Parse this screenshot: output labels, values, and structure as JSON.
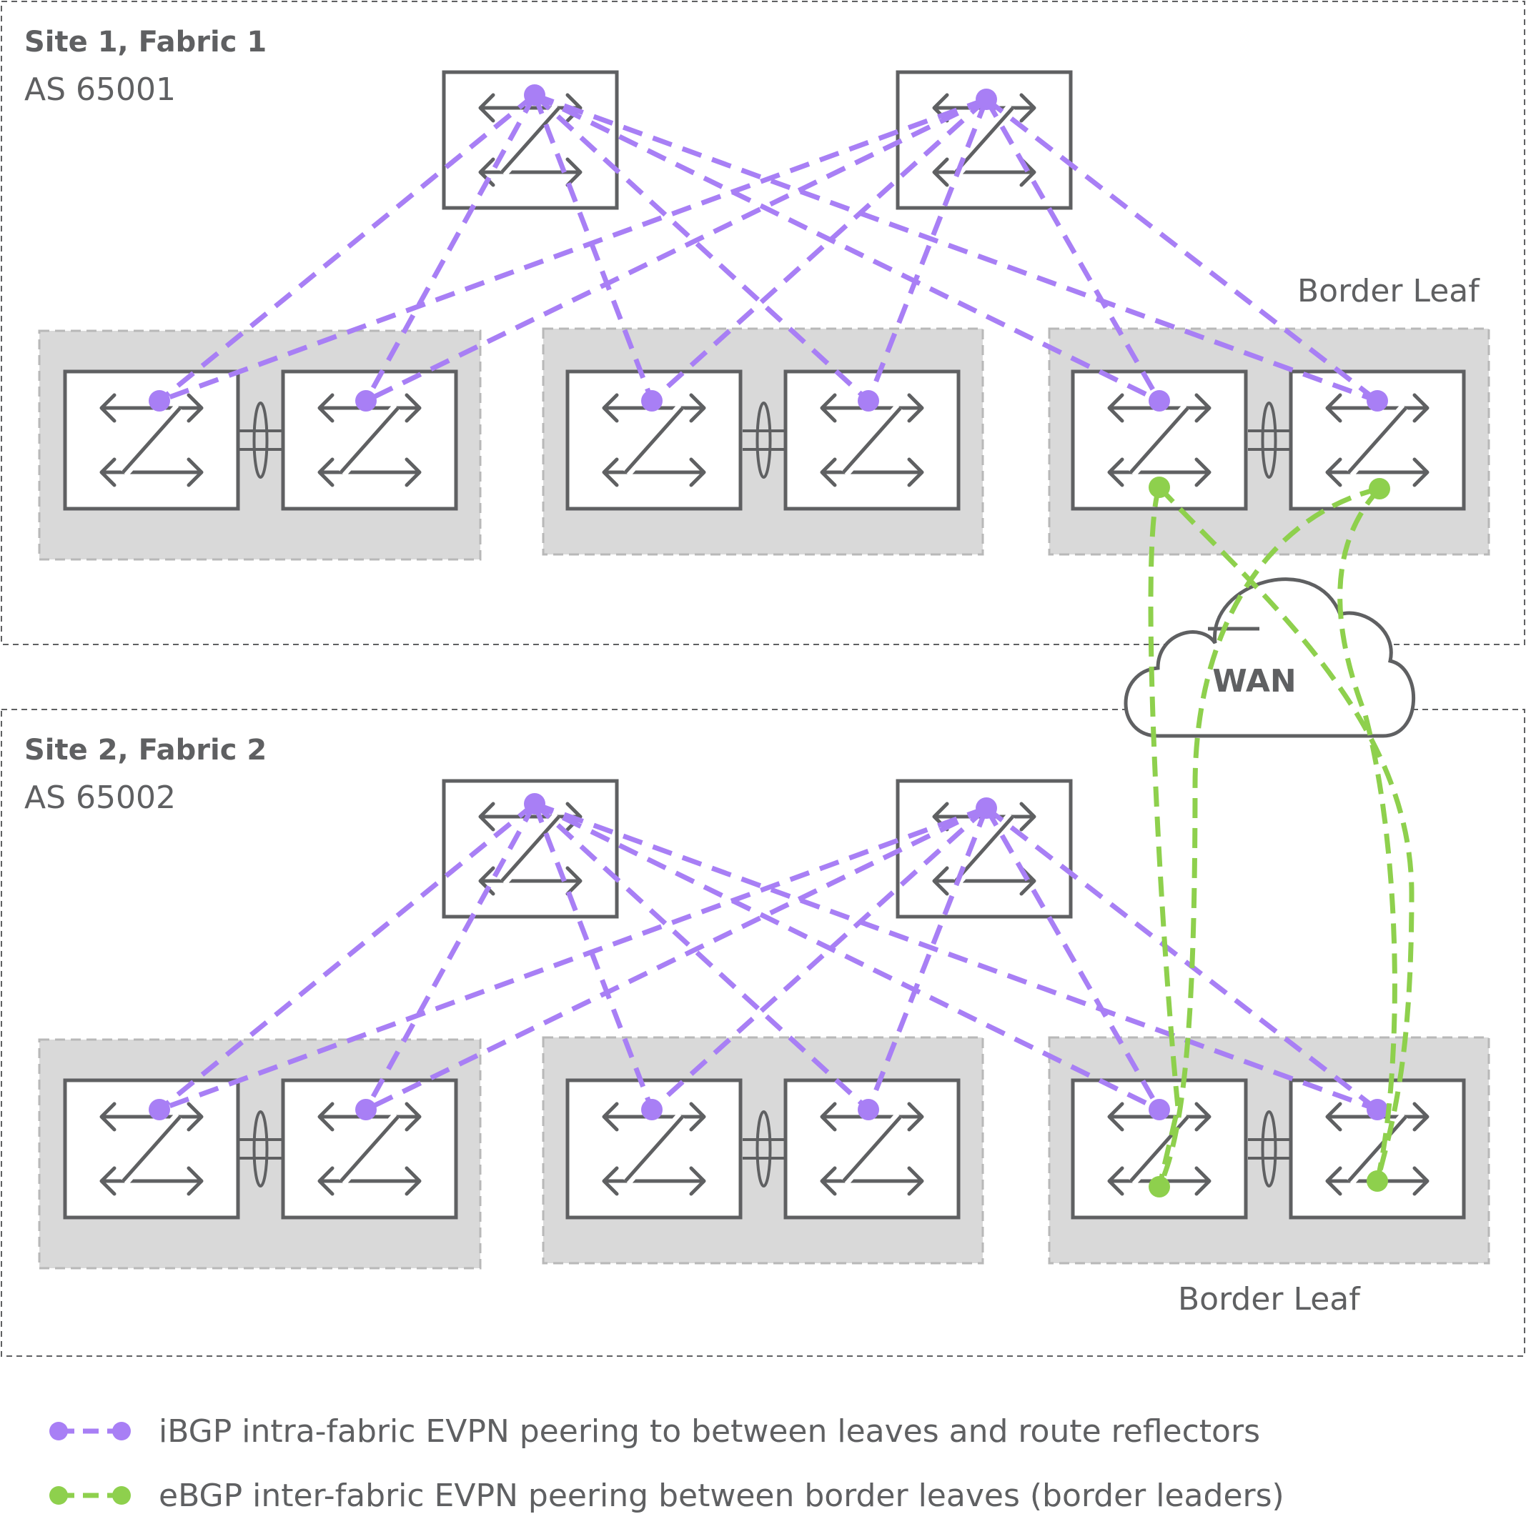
{
  "sites": [
    {
      "title": "Site 1, Fabric 1",
      "as": "AS 65001",
      "border_leaf_label": "Border Leaf"
    },
    {
      "title": "Site 2, Fabric 2",
      "as": "AS 65002",
      "border_leaf_label": "Border Leaf"
    }
  ],
  "wan_label": "WAN",
  "legend": [
    {
      "text": "iBGP intra-fabric EVPN peering to between leaves and route reflectors",
      "color": "#a87ff5"
    },
    {
      "text": "eBGP inter-fabric EVPN peering between border leaves (border leaders)",
      "color": "#8ed04d"
    }
  ],
  "colors": {
    "ibgp": "#a87ff5",
    "ebgp": "#8ed04d",
    "device_stroke": "#5f6062",
    "pair_fill": "#d9d9d9",
    "border": "#5f6062"
  },
  "icons": [
    "switch-icon",
    "cloud-icon",
    "link-aggregation-icon"
  ]
}
